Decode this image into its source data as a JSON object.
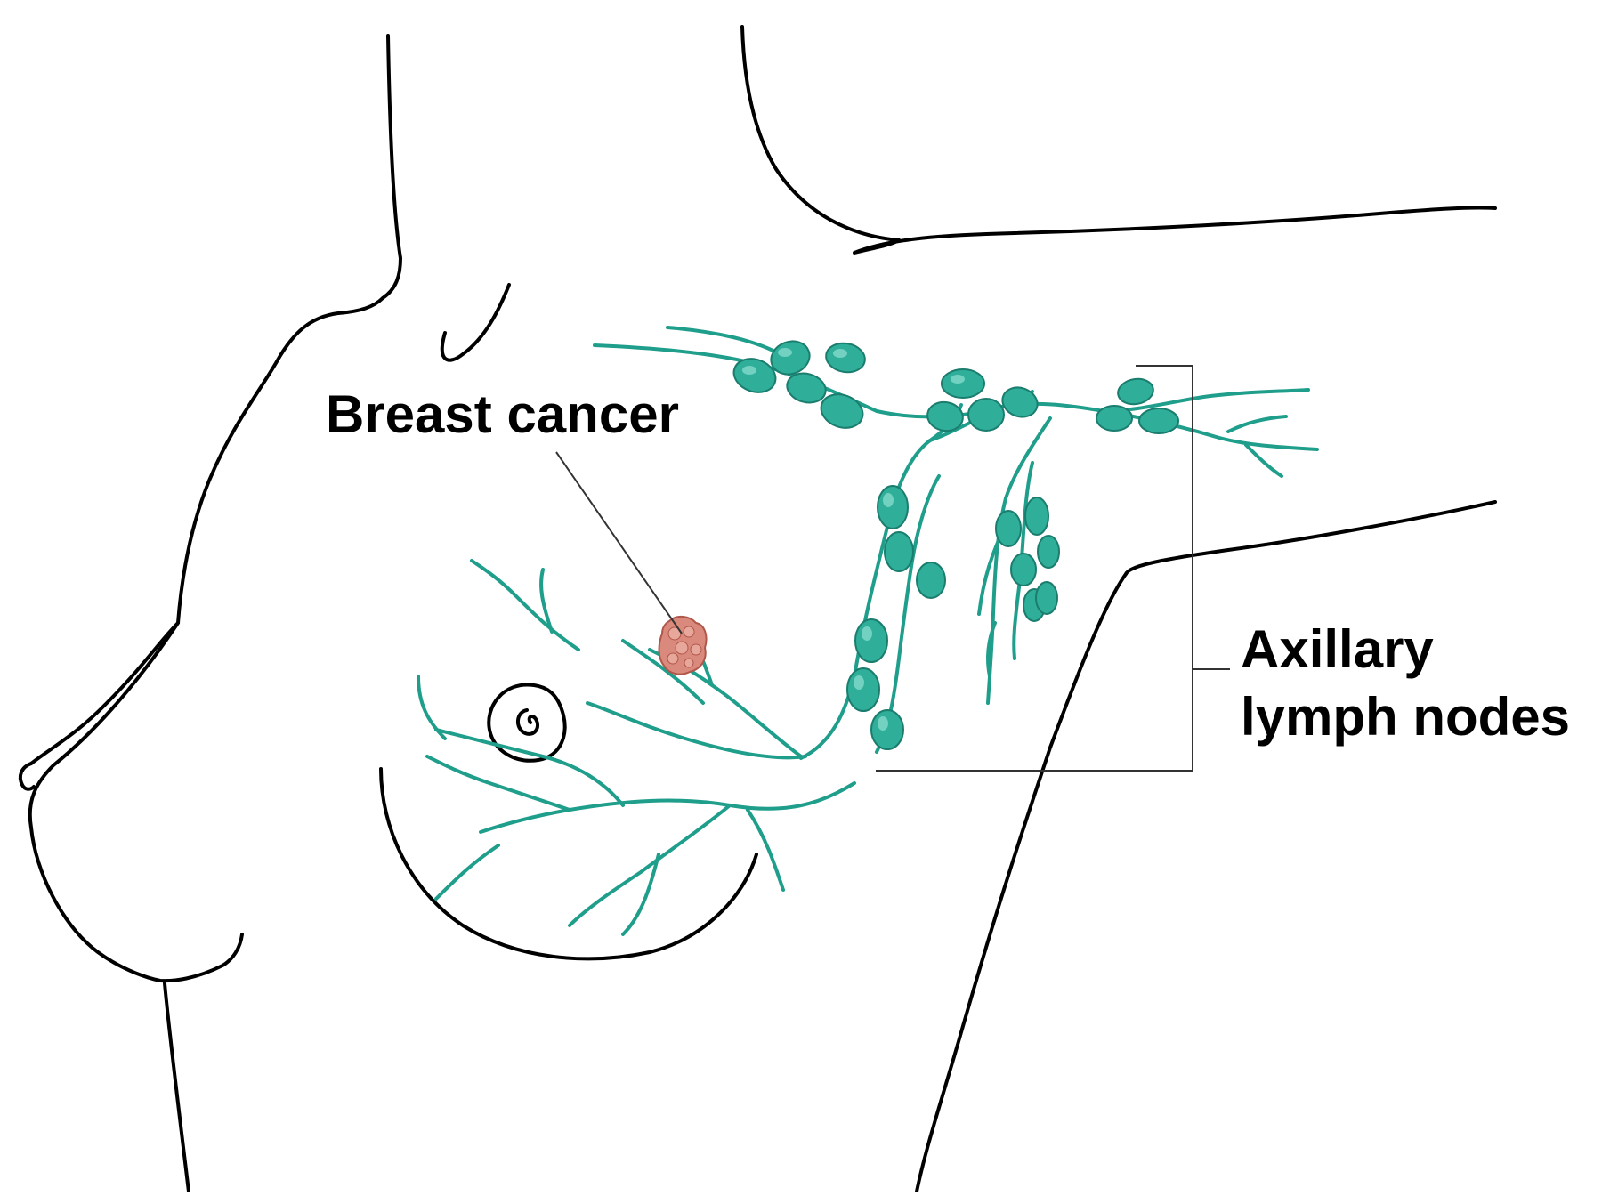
{
  "labels": {
    "tumor": "Breast cancer",
    "axillary_line1": "Axillary",
    "axillary_line2": "lymph nodes"
  },
  "colors": {
    "outline": "#000000",
    "lymph_vessel": "#1f9e8b",
    "lymph_node_fill": "#2fae9a",
    "lymph_node_highlight": "#8fe0d2",
    "tumor_fill": "#d98a7c",
    "tumor_edge": "#b0564a",
    "background": "#ffffff"
  }
}
